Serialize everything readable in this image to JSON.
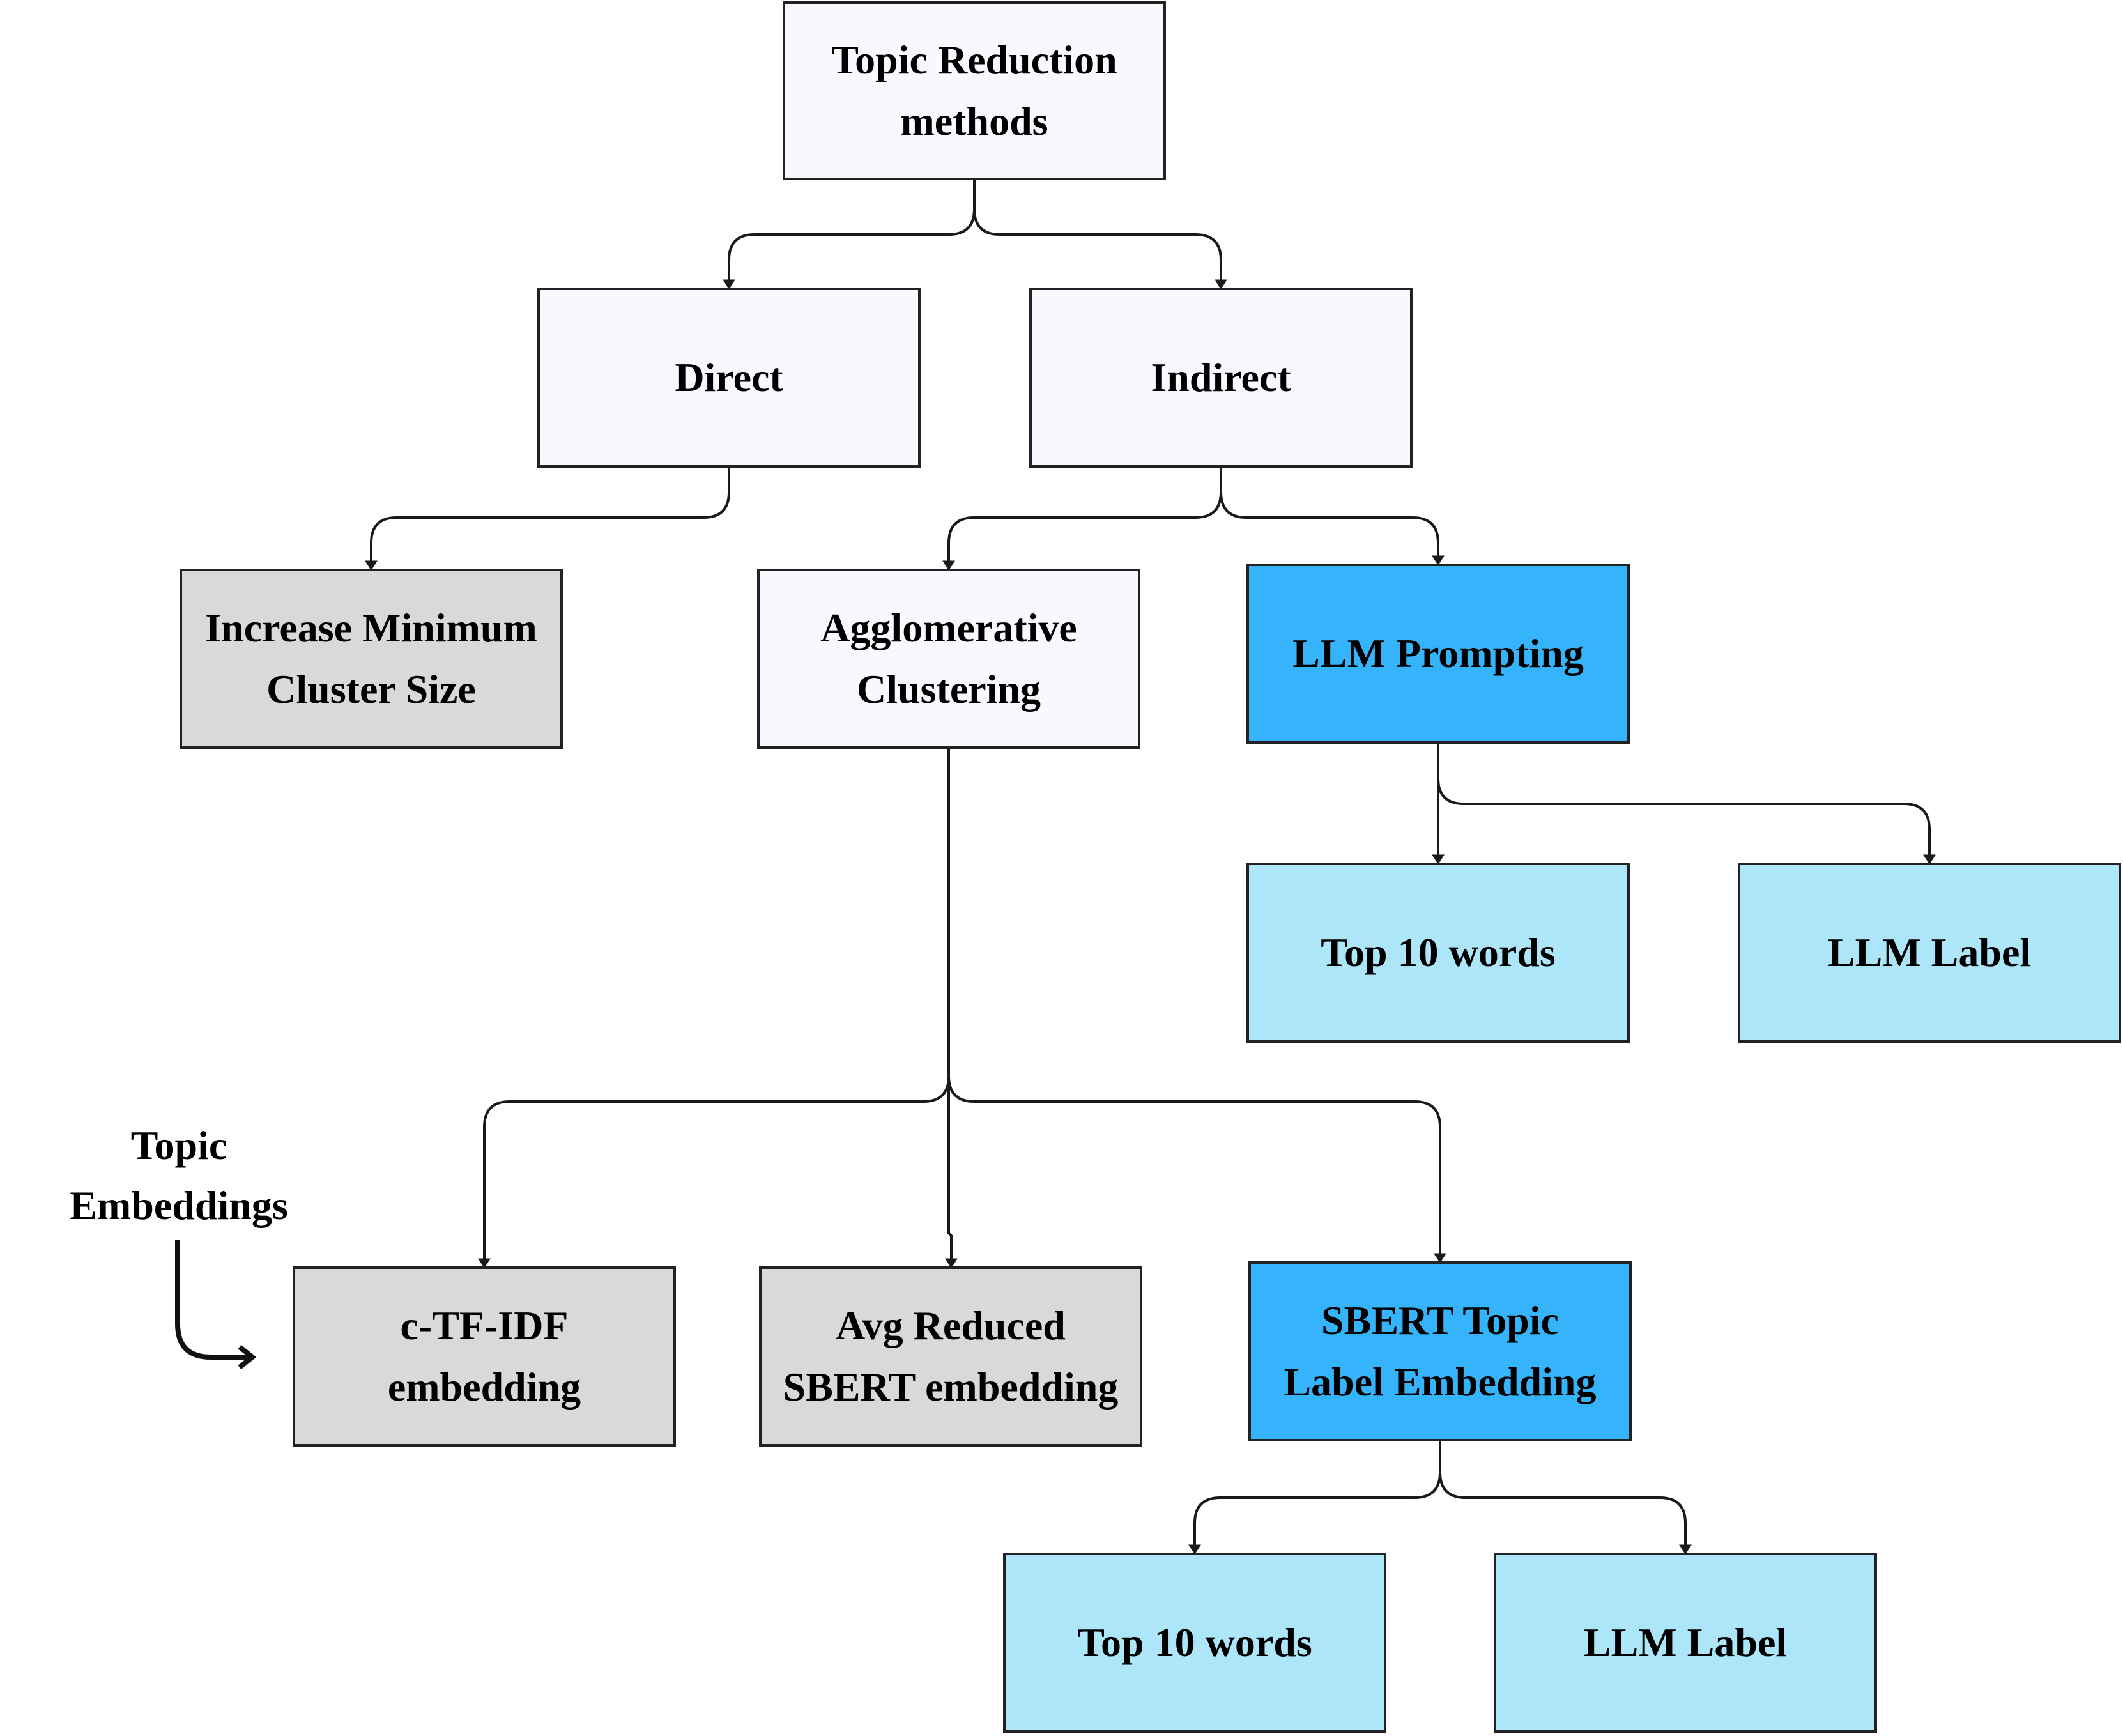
{
  "diagram": {
    "nodes": {
      "root": "Topic Reduction\nmethods",
      "direct": "Direct",
      "indirect": "Indirect",
      "increase_min_cluster": "Increase Minimum\nCluster Size",
      "agglomerative": "Agglomerative\nClustering",
      "llm_prompting": "LLM Prompting",
      "llm_top10": "Top 10 words",
      "llm_label": "LLM Label",
      "ctfidf": "c-TF-IDF\nembedding",
      "avg_sbert": "Avg Reduced\nSBERT embedding",
      "sbert_topic_label": "SBERT Topic\nLabel Embedding",
      "sbert_top10": "Top 10 words",
      "sbert_llm_label": "LLM Label"
    },
    "side_label": "Topic\nEmbeddings"
  },
  "colors": {
    "white_box": "#f8f8ff",
    "gray_box": "#d9d9d9",
    "blue_box": "#35b4fb",
    "light_blue_box": "#ade6f9",
    "border": "#222222"
  }
}
